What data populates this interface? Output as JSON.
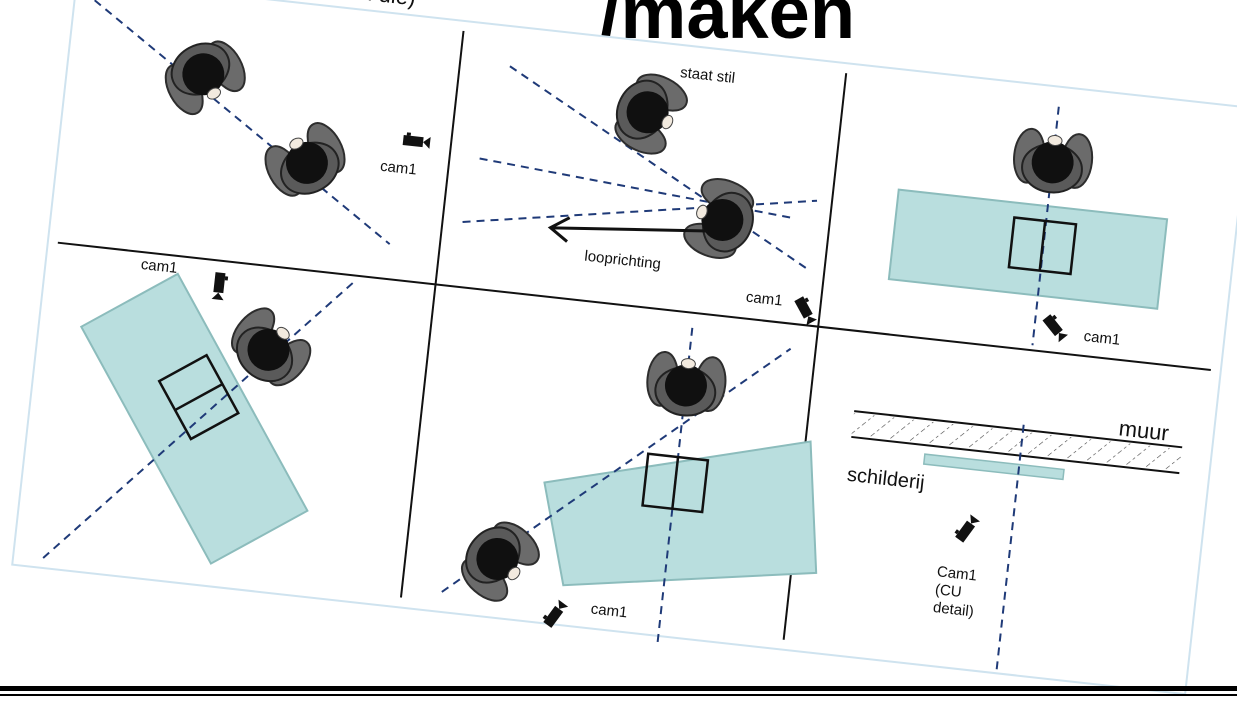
{
  "slide": {
    "title": "/maken",
    "caption_top": "positie (en tekenen die)"
  },
  "panels": {
    "p1": {
      "camera": "cam1"
    },
    "p2": {
      "status": "staat stil",
      "direction": "looprichting",
      "camera": "cam1"
    },
    "p3": {
      "camera": "cam1"
    },
    "p4": {
      "camera": "cam1"
    },
    "p5": {
      "camera": "cam1"
    },
    "p6": {
      "wall": "muur",
      "painting": "schilderij",
      "camera_line1": "Cam1",
      "camera_line2": "(CU",
      "camera_line3": "detail)"
    }
  },
  "colors": {
    "table": "#b9dede",
    "sightline": "#1f3a78",
    "sheet_border": "#cfe3ef"
  }
}
